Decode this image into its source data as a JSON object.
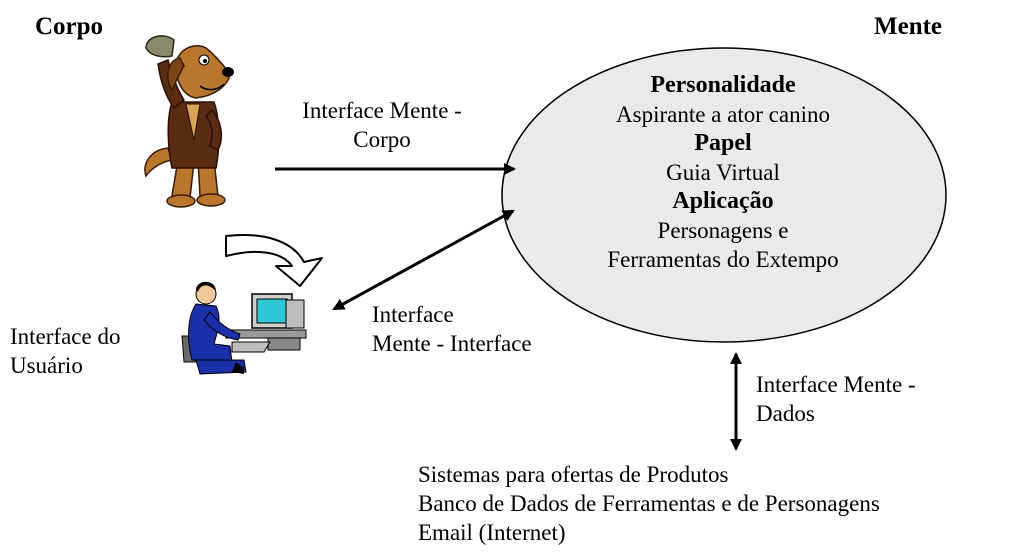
{
  "headings": {
    "body": "Corpo",
    "mind": "Mente"
  },
  "mind": {
    "personality_heading": "Personalidade",
    "personality_value": "Aspirante a ator canino",
    "role_heading": "Papel",
    "role_value": "Guia Virtual",
    "application_heading": "Aplicação",
    "application_value_line1": "Personagens e",
    "application_value_line2": "Ferramentas do Extempo"
  },
  "labels": {
    "mind_body_line1": "Interface Mente -",
    "mind_body_line2": "Corpo",
    "mind_interface_line1": "Interface",
    "mind_interface_line2": "Mente - Interface",
    "mind_data_line1": "Interface Mente -",
    "mind_data_line2": "Dados",
    "user_interface_line1": "Interface do",
    "user_interface_line2": "Usuário"
  },
  "data_systems": [
    "Sistemas para ofertas de Produtos",
    "Banco de Dados de Ferramentas e de Personagens",
    "Email (Internet)"
  ],
  "icons": [
    "dog-character-icon",
    "user-at-computer-icon",
    "curved-arrow-icon"
  ],
  "colors": {
    "ellipse_fill": "#eaeaea",
    "dog_brown": "#b8772c",
    "jacket_brown": "#5a2a12",
    "user_blue": "#1a2fa8",
    "screen_cyan": "#2fc6d6"
  }
}
